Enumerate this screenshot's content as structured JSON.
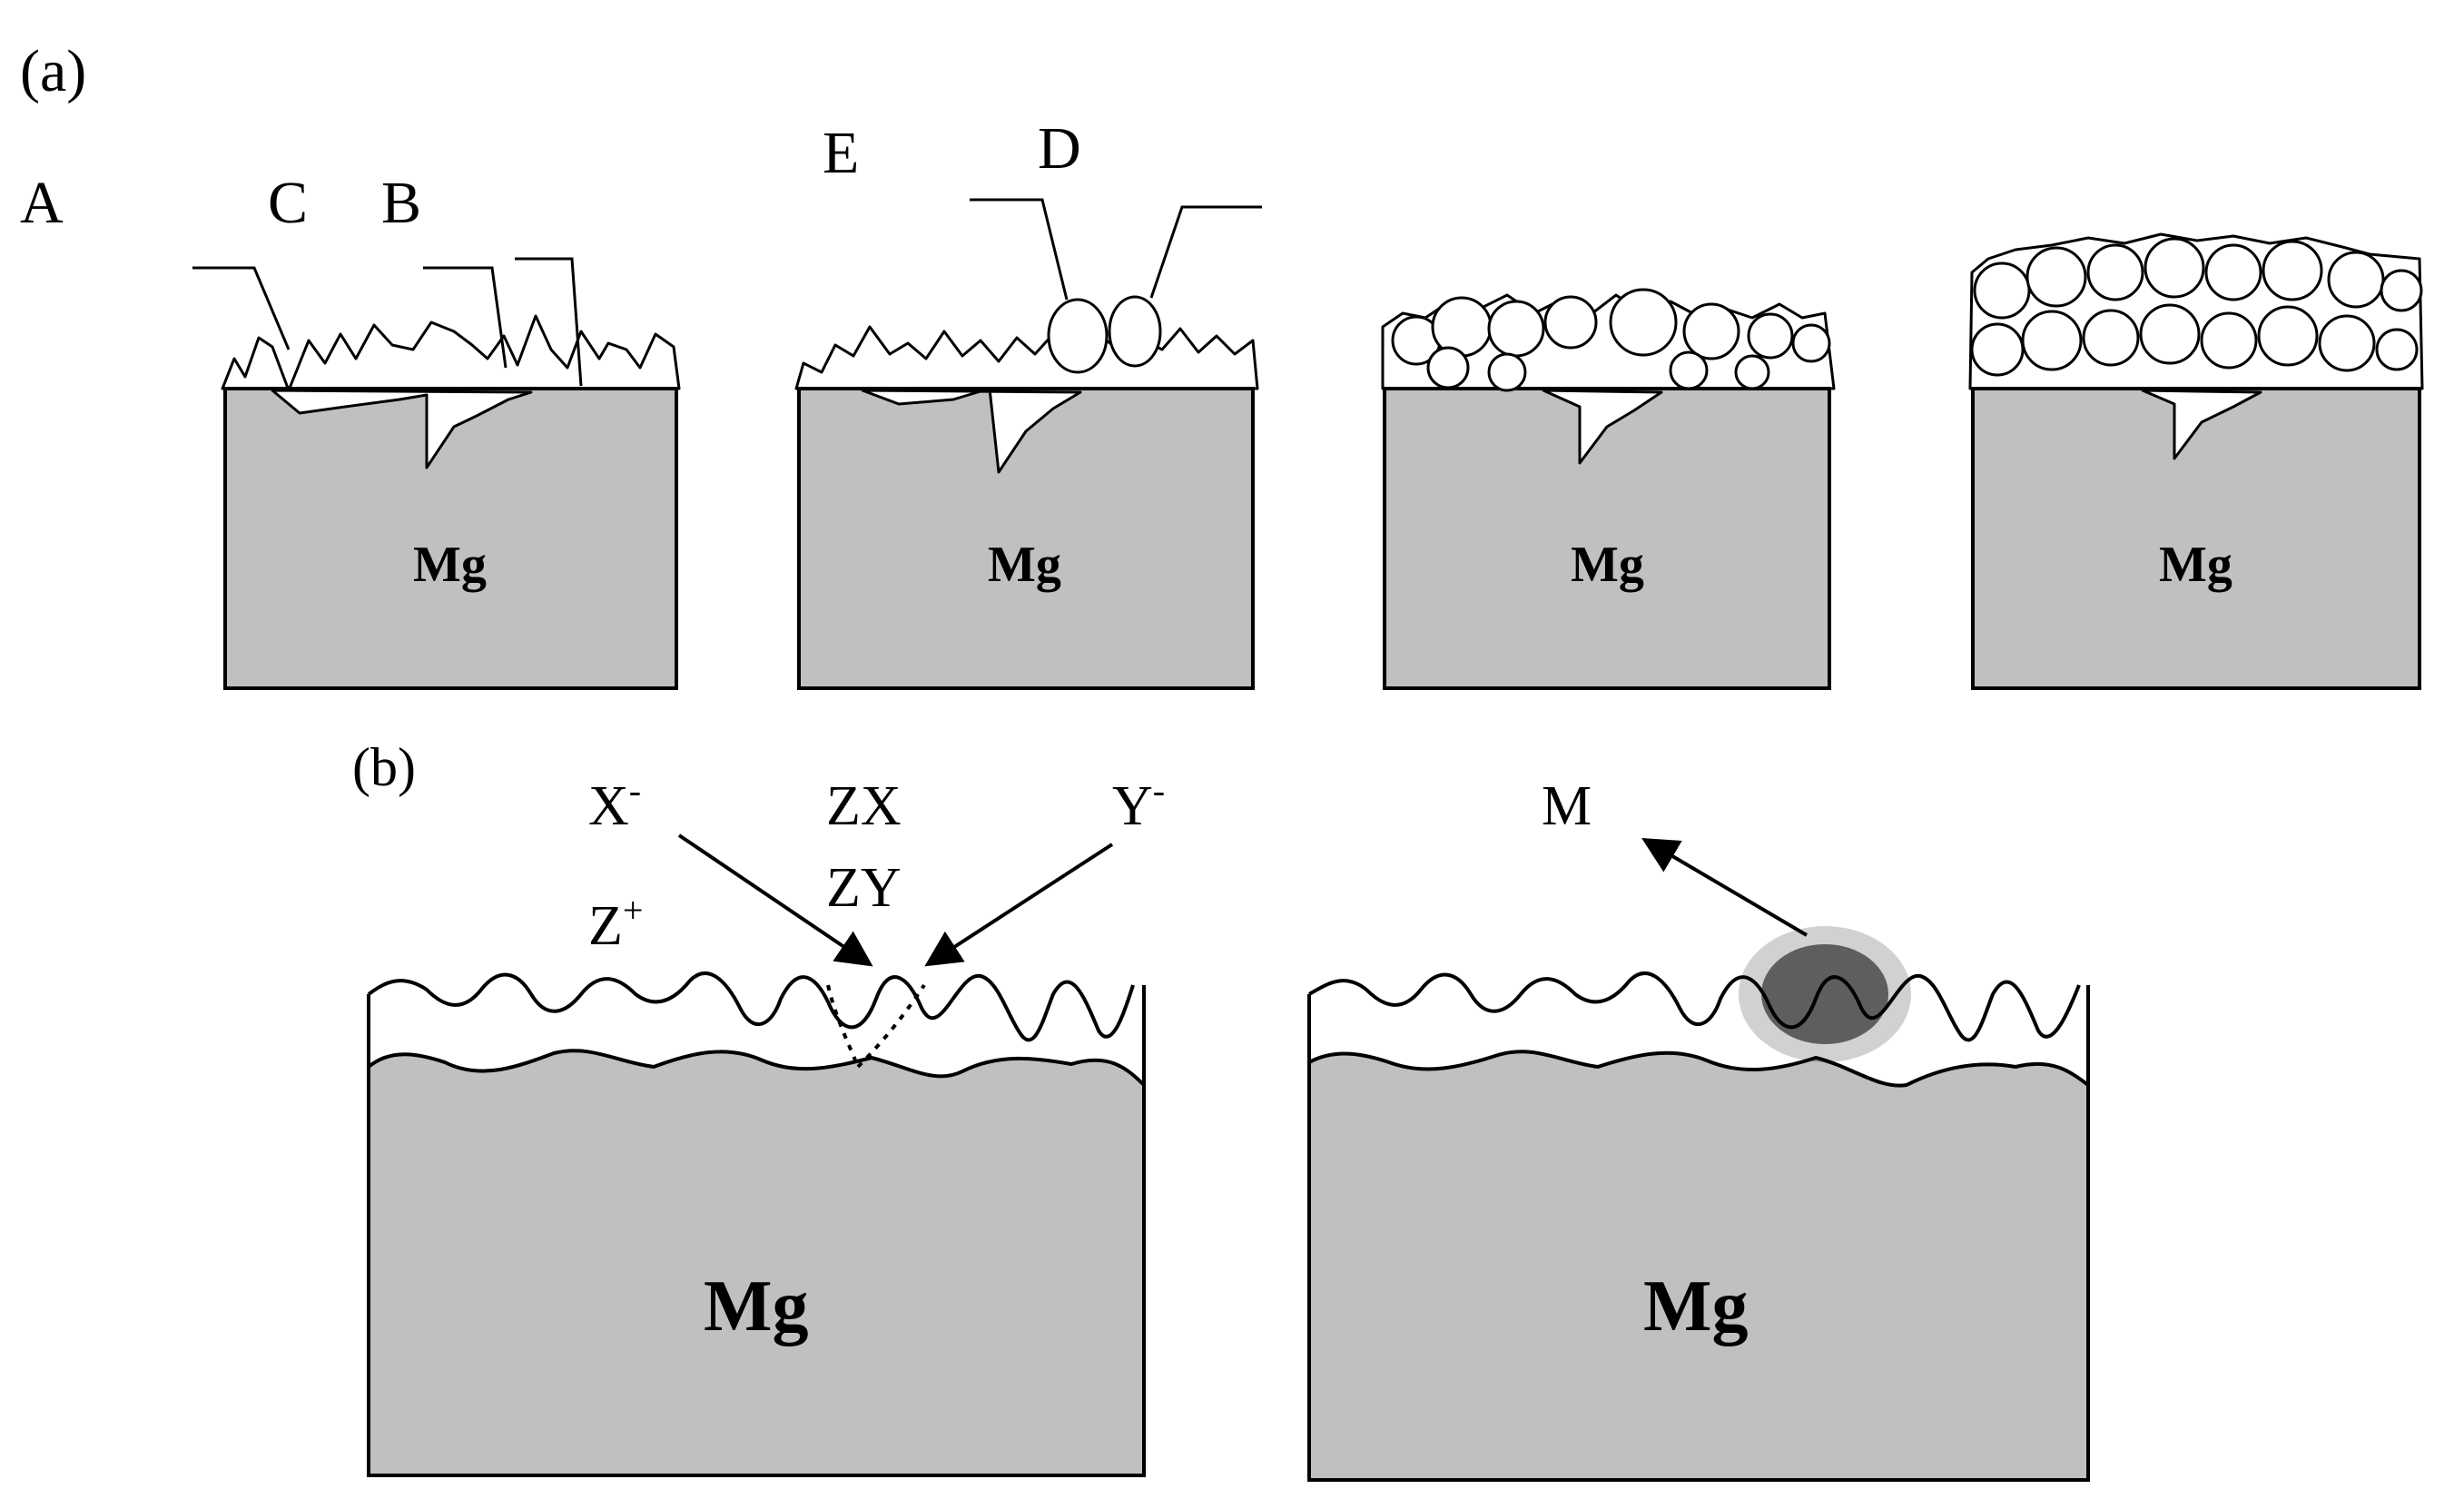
{
  "panel_a": {
    "label": "(a)",
    "callouts": {
      "a": "A",
      "b": "B",
      "c": "C",
      "d": "D",
      "e": "E"
    },
    "substrate_labels": [
      "Mg",
      "Mg",
      "Mg",
      "Mg"
    ]
  },
  "panel_b": {
    "label": "(b)",
    "ions": {
      "x_minus": "X",
      "x_minus_sup": "-",
      "y_minus": "Y",
      "y_minus_sup": "-",
      "z_plus": "Z",
      "z_plus_sup": "+",
      "zx": "ZX",
      "zy": "ZY",
      "m": "M"
    },
    "substrate_labels": [
      "Mg",
      "Mg"
    ]
  },
  "colors": {
    "substrate_fill": "#c0c0c0",
    "line": "#000000",
    "background": "#ffffff"
  }
}
